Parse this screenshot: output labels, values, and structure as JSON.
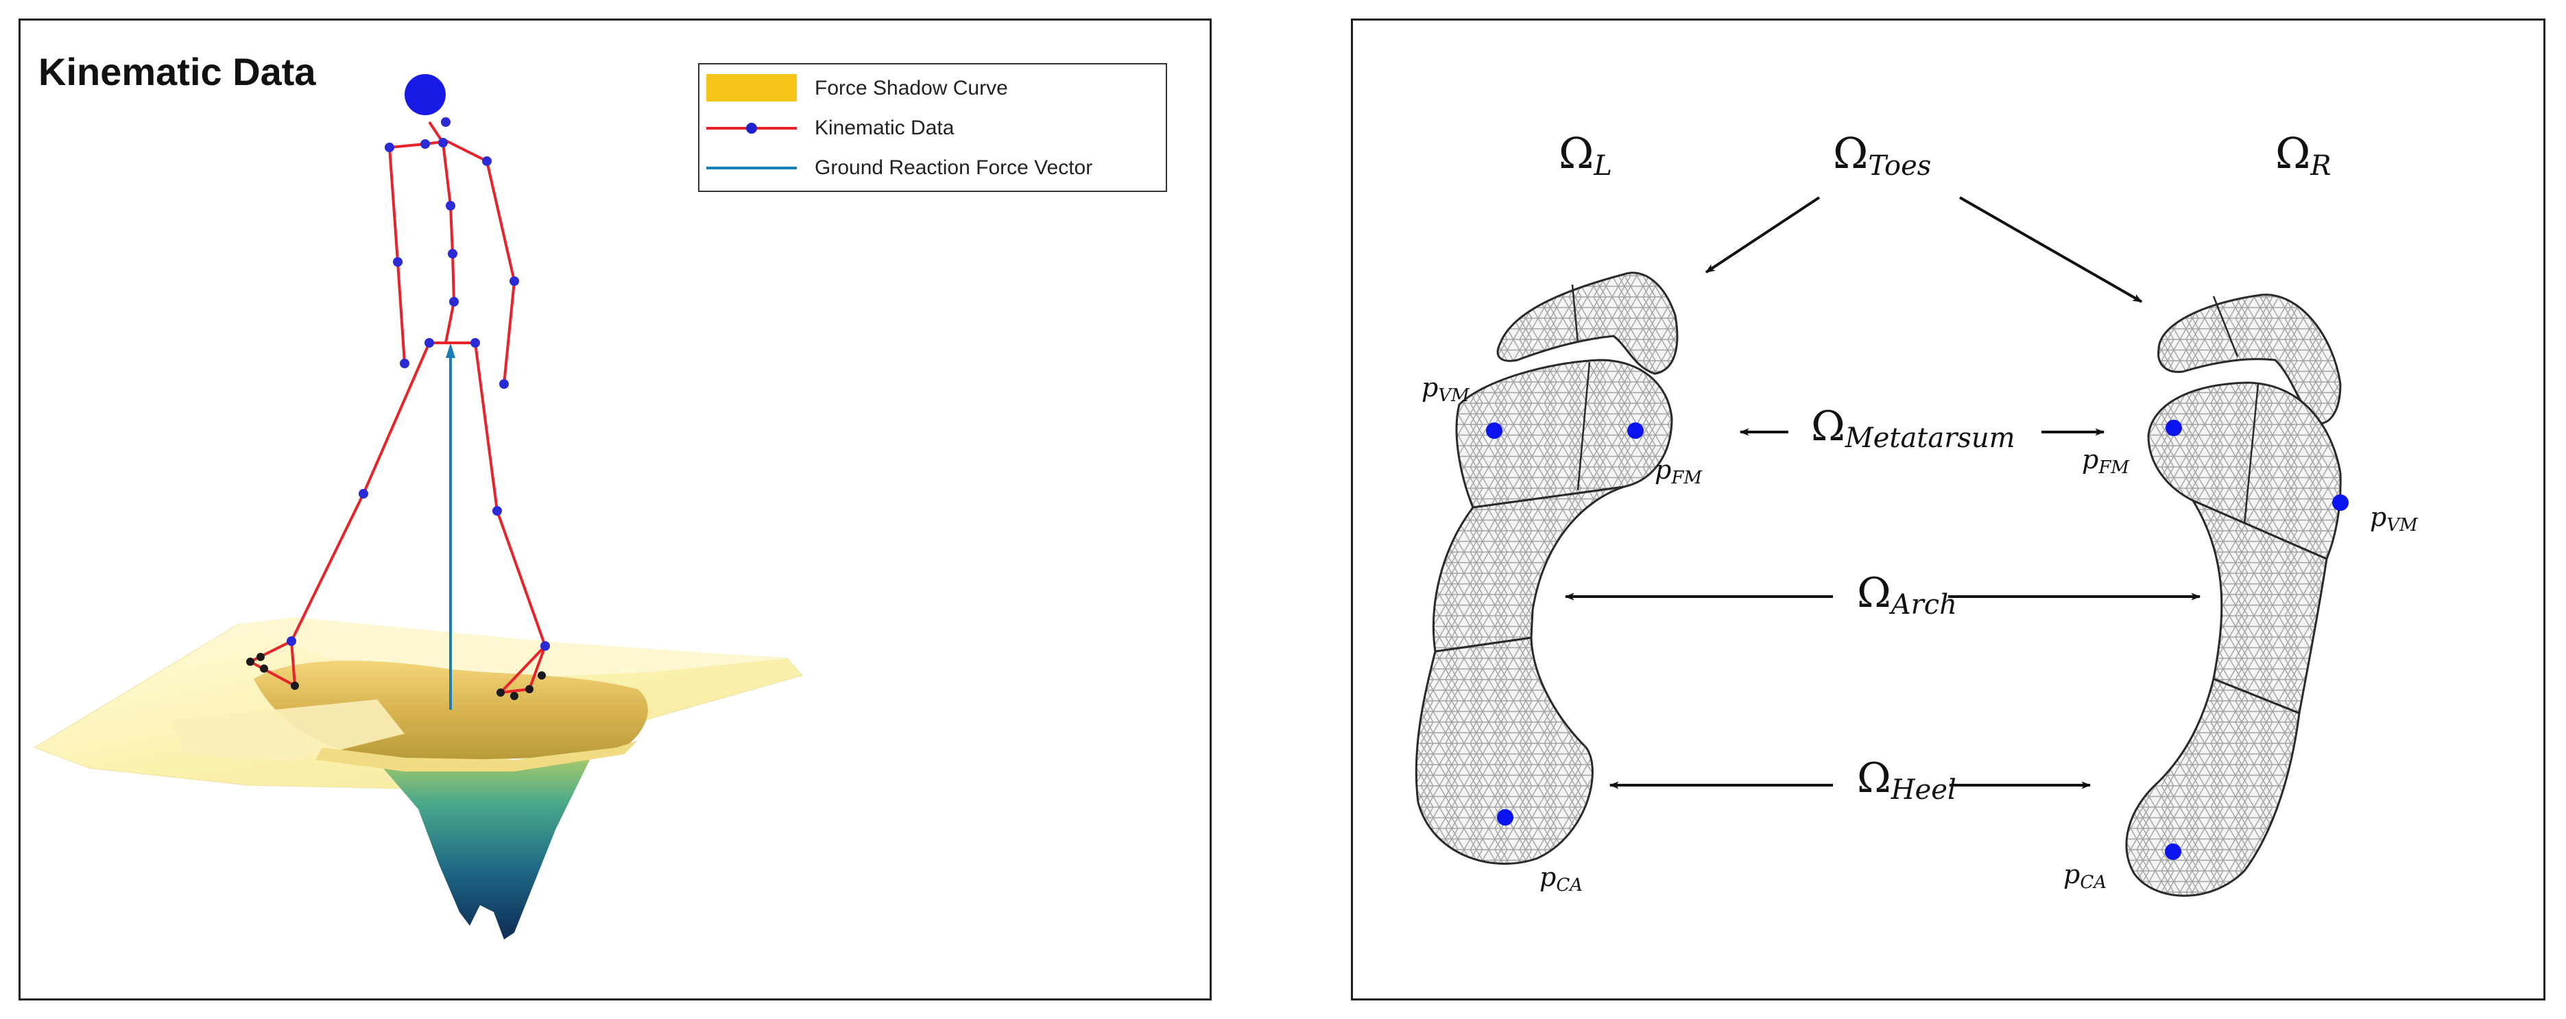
{
  "left_panel": {
    "title": "Kinematic Data",
    "legend": [
      {
        "label": "Force Shadow Curve",
        "color": "#f5c518"
      },
      {
        "label": "Kinematic Data",
        "color": "#e8232a",
        "marker_color": "#2020d0"
      },
      {
        "label": "Ground Reaction Force Vector",
        "color": "#1a7fb8"
      }
    ],
    "colors": {
      "skeleton_line": "#e8232a",
      "joint_marker": "#2a2ad6",
      "foot_marker": "#1a1a1a",
      "force_vector": "#1a7fb8",
      "surface_top": "#fbf2b8",
      "surface_deep": "#0f3d5e"
    }
  },
  "right_panel": {
    "region_labels": {
      "left_foot": {
        "symbol": "Ω",
        "sub": "L"
      },
      "toes": {
        "symbol": "Ω",
        "sub": "Toes"
      },
      "right_foot": {
        "symbol": "Ω",
        "sub": "R"
      },
      "metatarsum": {
        "symbol": "Ω",
        "sub": "Metatarsum"
      },
      "arch": {
        "symbol": "Ω",
        "sub": "Arch"
      },
      "heel": {
        "symbol": "Ω",
        "sub": "Heel"
      }
    },
    "points": {
      "left": [
        {
          "symbol": "p",
          "sub": "VM"
        },
        {
          "symbol": "p",
          "sub": "FM"
        },
        {
          "symbol": "p",
          "sub": "CA"
        }
      ],
      "right": [
        {
          "symbol": "p",
          "sub": "FM"
        },
        {
          "symbol": "p",
          "sub": "VM"
        },
        {
          "symbol": "p",
          "sub": "CA"
        }
      ]
    },
    "colors": {
      "outline": "#2a2a2a",
      "mesh": "#9a9a9a",
      "mesh_fill": "#f3f3f3",
      "point": "#0b14ee",
      "arrow": "#111111"
    }
  }
}
